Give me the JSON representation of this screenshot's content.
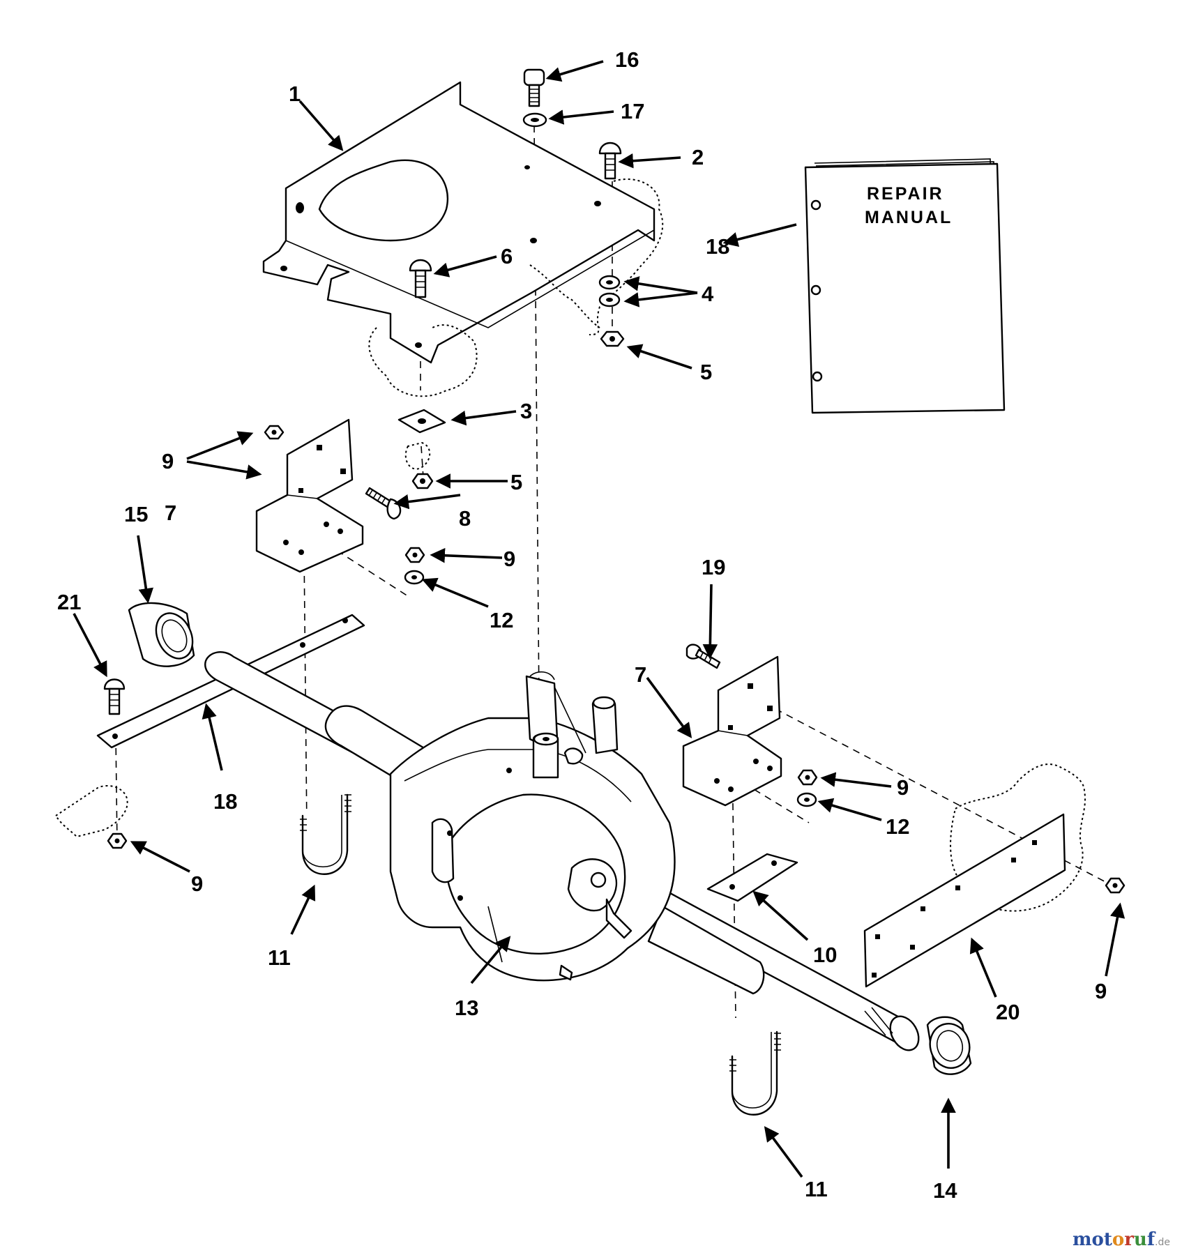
{
  "manual": {
    "line1": "REPAIR",
    "line2": "MANUAL"
  },
  "callouts": {
    "c1": "1",
    "c2": "2",
    "c3": "3",
    "c4": "4",
    "c5a": "5",
    "c5b": "5",
    "c6": "6",
    "c7a": "7",
    "c7b": "7",
    "c8": "8",
    "c9a": "9",
    "c9b": "9",
    "c9c": "9",
    "c9d": "9",
    "c9e": "9",
    "c10": "10",
    "c11a": "11",
    "c11b": "11",
    "c12a": "12",
    "c12b": "12",
    "c13": "13",
    "c14": "14",
    "c15": "15",
    "c16": "16",
    "c17": "17",
    "c18a": "18",
    "c18b": "18",
    "c19": "19",
    "c20": "20",
    "c21": "21"
  },
  "watermark": {
    "letters": [
      "m",
      "o",
      "t",
      "o",
      "r",
      "u",
      "f"
    ],
    "tld": ".de",
    "colors": [
      "#2a4f9e",
      "#2a4f9e",
      "#2a4f9e",
      "#e08a1e",
      "#c0392b",
      "#3a8e3a",
      "#2a4f9e"
    ]
  }
}
